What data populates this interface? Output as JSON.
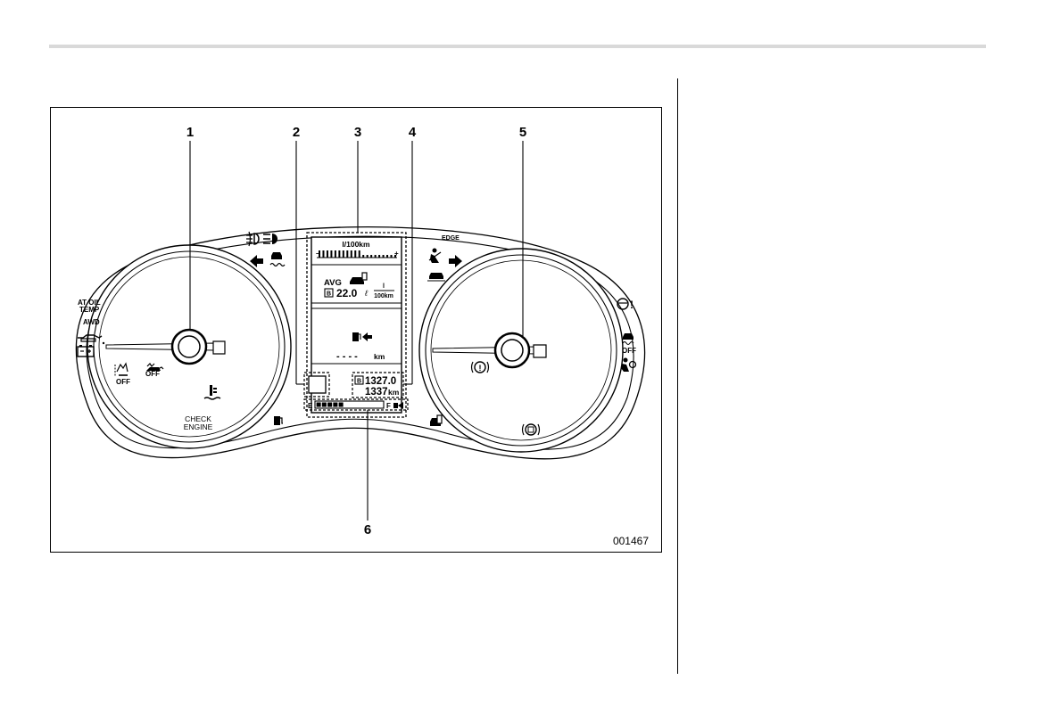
{
  "figure": {
    "code": "001467",
    "callouts": [
      {
        "num": "1"
      },
      {
        "num": "2"
      },
      {
        "num": "3"
      },
      {
        "num": "4"
      },
      {
        "num": "5"
      },
      {
        "num": "6"
      }
    ]
  },
  "left_gauge": {
    "labels": {
      "at_oil_temp_1": "AT OIL",
      "at_oil_temp_2": "TEMP",
      "awd": "AWD",
      "off_a": "OFF",
      "off_b": "OFF",
      "check_1": "CHECK",
      "check_2": "ENGINE"
    }
  },
  "right_gauge": {
    "labels": {
      "off": "OFF",
      "edge": "EDGE"
    }
  },
  "display": {
    "instant_unit": "l/100km",
    "instant_minus": "–",
    "instant_plus": "+",
    "avg_label": "AVG",
    "trip_badge": "B",
    "avg_value": "22.0",
    "avg_unit_top": "l",
    "avg_unit_bottom": "100km",
    "range_value": "- - - -",
    "range_unit": "km",
    "trip_value": "1327.0",
    "odo_value": "1337",
    "odo_unit": "km",
    "fuel_empty": "E",
    "fuel_full": "F",
    "fuel_level": 0.45
  }
}
